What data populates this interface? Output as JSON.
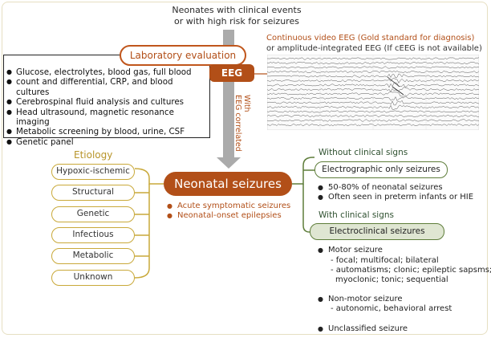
{
  "top_label": {
    "line1": "Neonates with clinical events",
    "line2": "or with high risk for seizures"
  },
  "lab": {
    "title": "Laboratory evaluation",
    "items": [
      "Glucose, electrolytes, blood gas, full blood",
      "count and differential, CRP, and blood cultures",
      "Cerebrospinal fluid analysis and cultures",
      "Head ultrasound, magnetic resonance imaging",
      "Metabolic screening by blood, urine, CSF",
      "Genetic panel"
    ]
  },
  "eeg": {
    "label": "EEG",
    "correlated_line1": "With",
    "correlated_line2": "EEG correlated",
    "title_line1": "Continuous video EEG (Gold standard for diagnosis)",
    "title_line2": "or amplitude-integrated EEG (If cEEG is not available)"
  },
  "etiology": {
    "title": "Etiology",
    "items": [
      "Hypoxic-ischemic",
      "Structural",
      "Genetic",
      "Infectious",
      "Metabolic",
      "Unknown"
    ]
  },
  "neonatal": {
    "title": "Neonatal seizures",
    "items": [
      "Acute symptomatic seizures",
      "Neonatal-onset epilepsies"
    ]
  },
  "without_signs": {
    "title": "Without clinical signs",
    "box": "Electrographic only seizures",
    "items": [
      "50-80% of neonatal seizures",
      "Often seen in preterm infants or HIE"
    ]
  },
  "with_signs": {
    "title": "With clinical signs",
    "box": "Electroclinical seizures",
    "motor_title": "Motor seizure",
    "motor_sub1": "- focal; multifocal; bilateral",
    "motor_sub2": "- automatisms; clonic; epileptic sapsms;",
    "motor_sub3": "myoclonic; tonic; sequential",
    "nonmotor_title": "Non-motor seizure",
    "nonmotor_sub": "- autonomic, behavioral arrest",
    "unclassified": "Unclassified seizure"
  },
  "colors": {
    "accent": "#b24f18",
    "etiology": "#c9a93a",
    "green": "#5e7d3a",
    "green_fill": "#dfe6d2"
  }
}
